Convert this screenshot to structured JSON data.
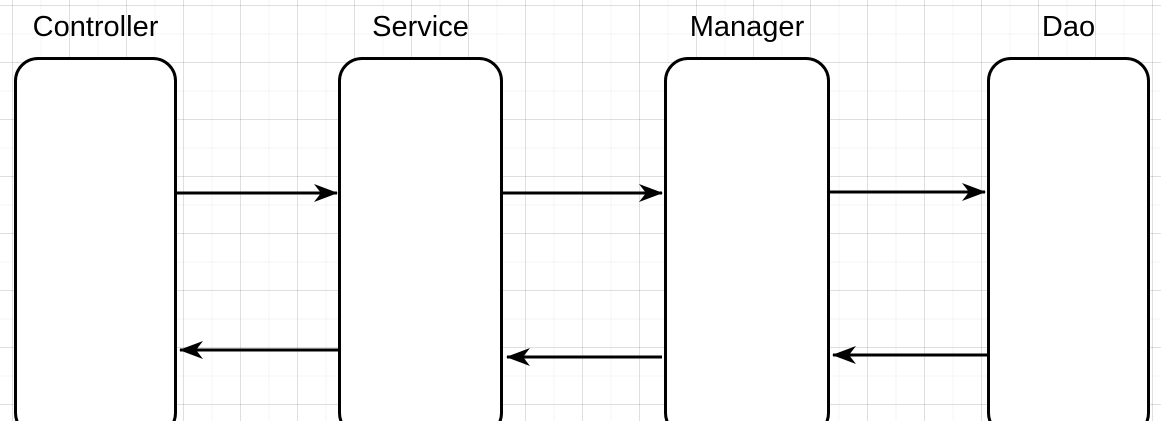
{
  "diagram": {
    "type": "layered-architecture-flow",
    "tool_style": "drawio-canvas",
    "colors": {
      "stroke": "#000000",
      "shape_fill": "#ffffff",
      "background": "#ffffff",
      "grid_minor": "#f3f3f3",
      "grid_major": "#e8e8e8"
    },
    "nodes": [
      {
        "id": "controller",
        "label": "Controller"
      },
      {
        "id": "service",
        "label": "Service"
      },
      {
        "id": "manager",
        "label": "Manager"
      },
      {
        "id": "dao",
        "label": "Dao"
      }
    ],
    "edges": [
      {
        "from": "controller",
        "to": "service",
        "direction": "forward",
        "arrowhead": "classic-filled"
      },
      {
        "from": "service",
        "to": "manager",
        "direction": "forward",
        "arrowhead": "classic-filled"
      },
      {
        "from": "manager",
        "to": "dao",
        "direction": "forward",
        "arrowhead": "classic-filled"
      },
      {
        "from": "service",
        "to": "controller",
        "direction": "return",
        "arrowhead": "classic-filled"
      },
      {
        "from": "manager",
        "to": "service",
        "direction": "return",
        "arrowhead": "classic-filled"
      },
      {
        "from": "dao",
        "to": "manager",
        "direction": "return",
        "arrowhead": "classic-filled"
      }
    ]
  }
}
